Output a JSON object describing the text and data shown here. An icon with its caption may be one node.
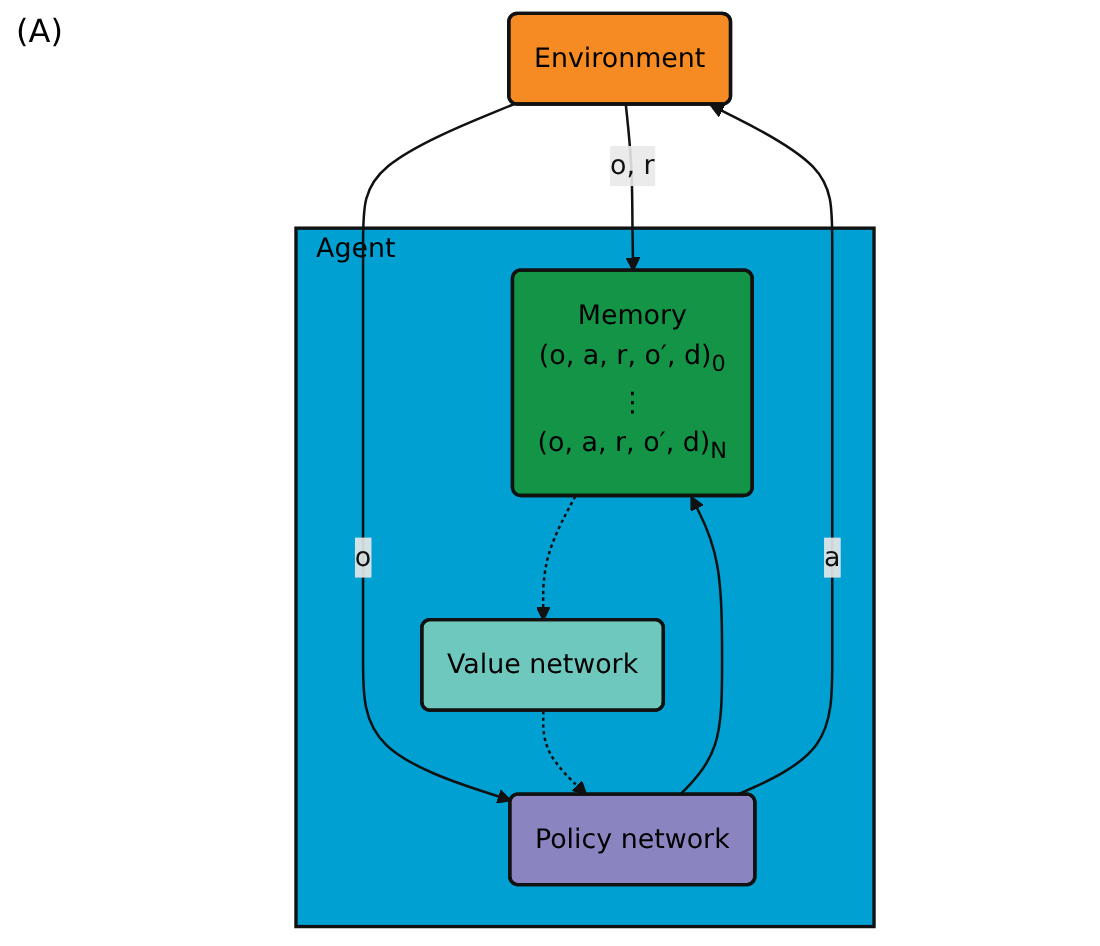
{
  "diagram": {
    "nodes": [
      {
        "text": [
          "Environment"
        ]
      },
      {
        "text": [
          "Agent"
        ]
      },
      {
        "text": [
          "Memory",
          "(o, a, r, o′, d)$_{0}$",
          "⋮",
          "(o, a, r, o′, d)$_{N}$"
        ],
        "in": 1
      },
      {
        "text": [
          "Value network"
        ],
        "in": 1
      },
      {
        "text": [
          "Policy network"
        ],
        "in": 1
      }
    ],
    "edges": [
      {
        "from": 0,
        "to": 2,
        "arrow": "to",
        "label": "o, r"
      },
      {
        "from": 0,
        "to": 4,
        "arrow": "to",
        "label": "o"
      },
      {
        "from": 2,
        "to": 3,
        "arrow": "to",
        "style": "dashed"
      },
      {
        "from": 3,
        "to": 4,
        "arrow": "to",
        "style": "dashed"
      },
      {
        "from": 4,
        "to": 2,
        "arrow": "to"
      },
      {
        "from": 4,
        "to": 0,
        "arrow": "to",
        "label": "a"
      }
    ],
    "labels": [
      "(A)"
    ]
  }
}
